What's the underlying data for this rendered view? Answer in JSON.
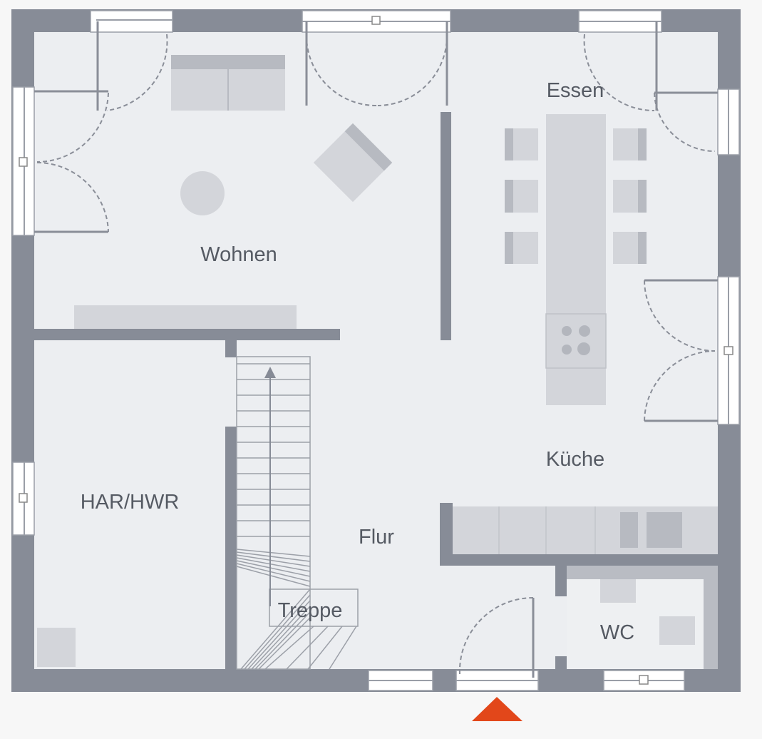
{
  "rooms": {
    "essen": "Essen",
    "wohnen": "Wohnen",
    "kueche": "Küche",
    "har_hwr": "HAR/HWR",
    "flur": "Flur",
    "treppe": "Treppe",
    "wc": "WC"
  },
  "entrance_marker": {
    "icon": "entrance-triangle-icon",
    "color": "#e2471a"
  },
  "colors": {
    "wall": "#878c97",
    "floor": "#eceef1",
    "background": "#f7f7f7",
    "furniture": "#d3d5da",
    "label": "#555a63"
  }
}
